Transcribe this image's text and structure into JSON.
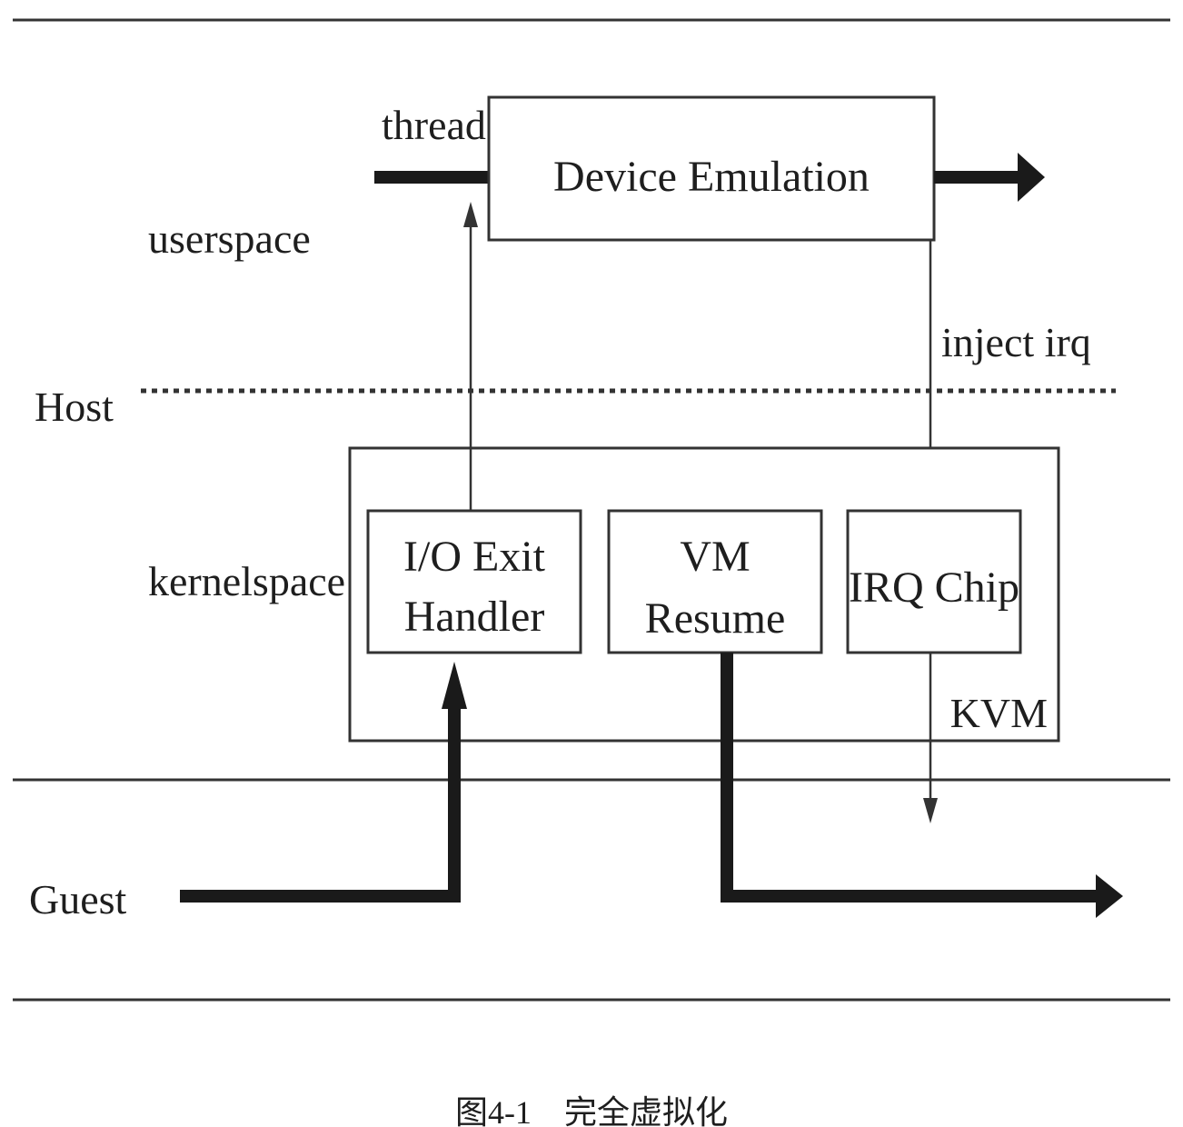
{
  "labels": {
    "userspace": "userspace",
    "host": "Host",
    "kernelspace": "kernelspace",
    "guest": "Guest",
    "thread": "thread",
    "inject_irq": "inject irq",
    "kvm": "KVM"
  },
  "boxes": {
    "device_emulation": "Device Emulation",
    "io_exit_handler": [
      "I/O Exit",
      "Handler"
    ],
    "vm_resume": [
      "VM",
      "Resume"
    ],
    "irq_chip": "IRQ Chip"
  },
  "caption": "图4-1　完全虚拟化"
}
